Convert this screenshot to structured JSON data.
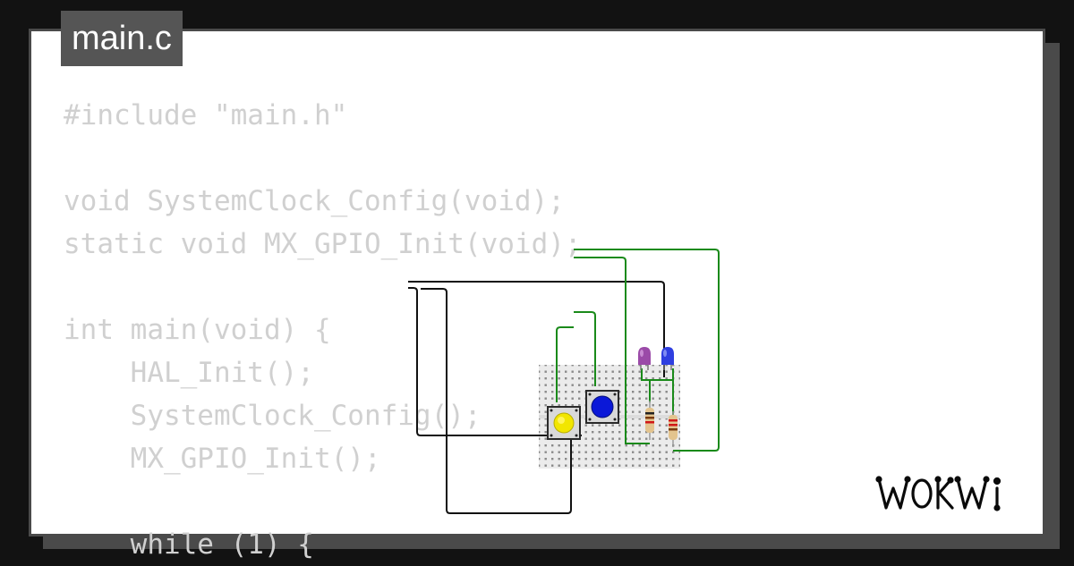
{
  "editor": {
    "filename": "main.c",
    "code_lines": [
      "#include \"main.h\"",
      "",
      "void SystemClock_Config(void);",
      "static void MX_GPIO_Init(void);",
      "",
      "int main(void) {",
      "    HAL_Init();",
      "    SystemClock_Config();",
      "    MX_GPIO_Init();",
      "",
      "    while (1) {"
    ]
  },
  "circuit": {
    "components": [
      {
        "name": "pushbutton",
        "color": "yellow"
      },
      {
        "name": "pushbutton",
        "color": "blue"
      },
      {
        "name": "led",
        "color": "purple"
      },
      {
        "name": "led",
        "color": "blue"
      },
      {
        "name": "resistor"
      },
      {
        "name": "resistor"
      }
    ],
    "colors": {
      "wire_green": "#1a8a1a",
      "wire_black": "#111111",
      "breadboard": "#ececec",
      "button_yellow": "#f2e600",
      "button_blue": "#0b18d8",
      "led_purple": "#9b4aa8",
      "led_blue": "#2f3fe0"
    }
  },
  "brand": {
    "logo": "WOKWI"
  }
}
